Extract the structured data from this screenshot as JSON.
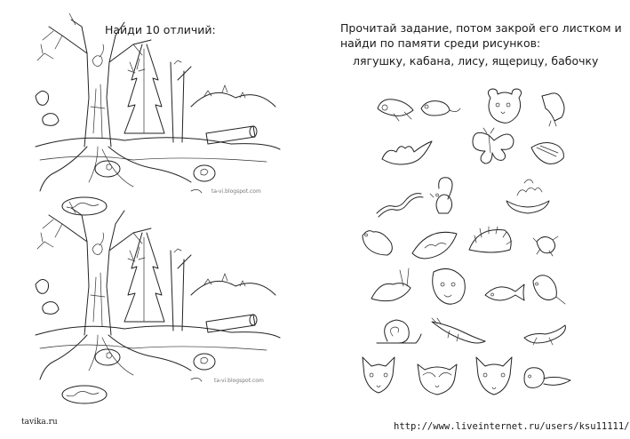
{
  "left_title": "Найди 10 отличий:",
  "task": {
    "line1": "Прочитай задание, потом закрой его листком и",
    "line2": "найди по памяти среди рисунков:",
    "list": "лягушку, кабана, лису, ящерицу, бабочку"
  },
  "watermark": "ta-vi.blogspot.com",
  "footer": {
    "left": "tavika.ru",
    "right": "http://www.liveinternet.ru/users/ksu11111/"
  },
  "animals": [
    {
      "name": "frog-icon"
    },
    {
      "name": "rat-icon"
    },
    {
      "name": "bear-icon"
    },
    {
      "name": "crow-icon"
    },
    {
      "name": "bat-icon"
    },
    {
      "name": "butterfly-icon"
    },
    {
      "name": "badger-icon"
    },
    {
      "name": "snake-icon"
    },
    {
      "name": "squirrel-icon"
    },
    {
      "name": "bird-nest-icon"
    },
    {
      "name": "dove-icon"
    },
    {
      "name": "caterpillar-on-leaf-icon"
    },
    {
      "name": "hedgehog-icon"
    },
    {
      "name": "beetle-icon"
    },
    {
      "name": "hare-icon"
    },
    {
      "name": "boar-icon"
    },
    {
      "name": "fish-icon"
    },
    {
      "name": "tit-bird-icon"
    },
    {
      "name": "snail-icon"
    },
    {
      "name": "shrimp-icon"
    },
    {
      "name": "lizard-icon"
    },
    {
      "name": "fox-icon"
    },
    {
      "name": "raccoon-icon"
    },
    {
      "name": "wolf-icon"
    },
    {
      "name": "tadpole-icon"
    }
  ]
}
